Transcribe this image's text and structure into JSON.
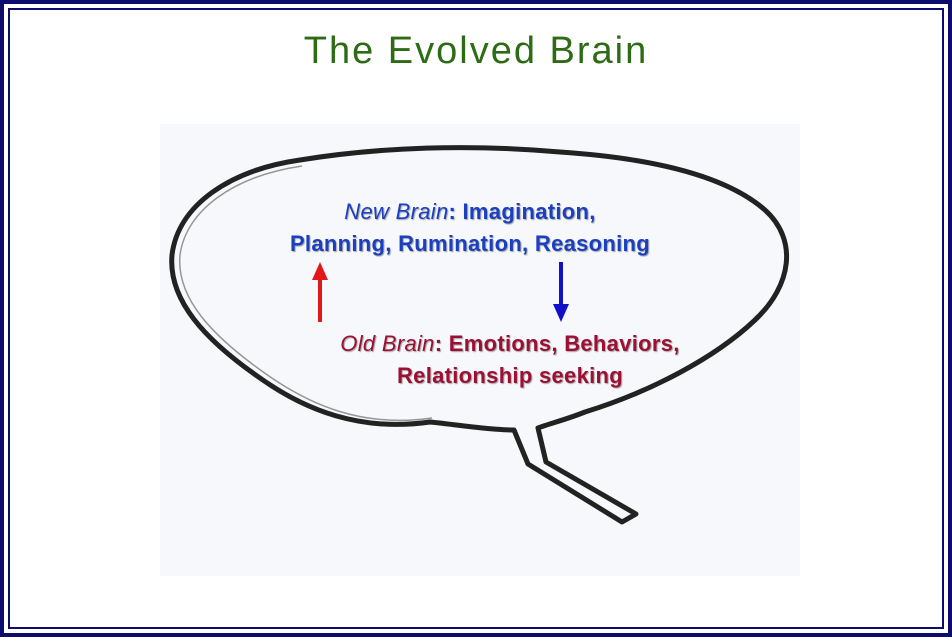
{
  "title": "The Evolved Brain",
  "new_brain": {
    "term": "New Brain",
    "line1_rest": ": Imagination,",
    "line2": "Planning, Rumination, Reasoning"
  },
  "old_brain": {
    "term": "Old Brain",
    "line1_rest": ": Emotions, Behaviors,",
    "line2": "Relationship seeking"
  },
  "colors": {
    "title": "#2d6b14",
    "new_brain_text": "#1a3fbf",
    "old_brain_text": "#9c1033",
    "up_arrow": "#e01818",
    "down_arrow": "#1010c8",
    "frame": "#0c0c6e",
    "outline": "#222222"
  },
  "arrows": [
    {
      "direction": "up",
      "from": "old_brain",
      "to": "new_brain",
      "icon": "up-arrow-icon"
    },
    {
      "direction": "down",
      "from": "new_brain",
      "to": "old_brain",
      "icon": "down-arrow-icon"
    }
  ]
}
